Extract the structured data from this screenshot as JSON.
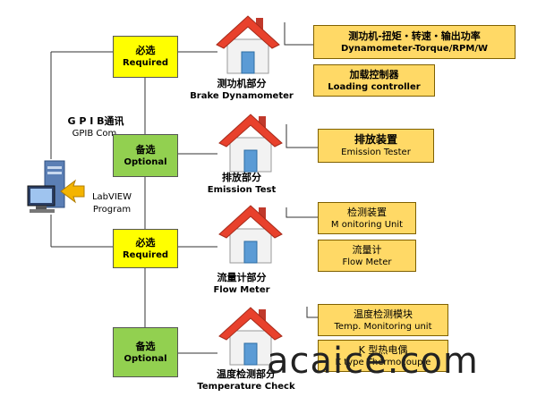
{
  "gpib": {
    "cn": "G P I B通讯",
    "en": "GPIB Com."
  },
  "pc": {
    "line1": "LabVIEW",
    "line2": "Program"
  },
  "sections": [
    {
      "tag": {
        "cn": "必选",
        "en": "Required"
      },
      "house": {
        "cn": "测功机部分",
        "en": "Brake Dynamometer"
      },
      "modules": [
        {
          "cn": "测功机-扭矩・转速・输出功率",
          "en": "Dynamometer-Torque/RPM/W"
        },
        {
          "cn": "加载控制器",
          "en": "Loading controller"
        }
      ]
    },
    {
      "tag": {
        "cn": "备选",
        "en": "Optional"
      },
      "house": {
        "cn": "排放部分",
        "en": "Emission Test"
      },
      "modules": [
        {
          "cn": "排放装置",
          "en": "Emission Tester"
        }
      ]
    },
    {
      "tag": {
        "cn": "必选",
        "en": "Required"
      },
      "house": {
        "cn": "流量计部分",
        "en": "Flow Meter"
      },
      "modules": [
        {
          "cn": "检测装置",
          "en": "M onitoring Unit"
        },
        {
          "cn": "流量计",
          "en": "Flow Meter"
        }
      ]
    },
    {
      "tag": {
        "cn": "备选",
        "en": "Optional"
      },
      "house": {
        "cn": "温度检测部分",
        "en": "Temperature Check"
      },
      "modules": [
        {
          "cn": "温度检测模块",
          "en": "Temp. Monitoring unit"
        },
        {
          "cn": "K 型热电偶",
          "en": "K type Thermocouple"
        }
      ]
    }
  ],
  "watermark": "acaice.com",
  "colors": {
    "required": "#ffff00",
    "optional": "#92d050",
    "module": "#ffd966",
    "roof": "#e8412c",
    "wall": "#f2f2f2"
  }
}
